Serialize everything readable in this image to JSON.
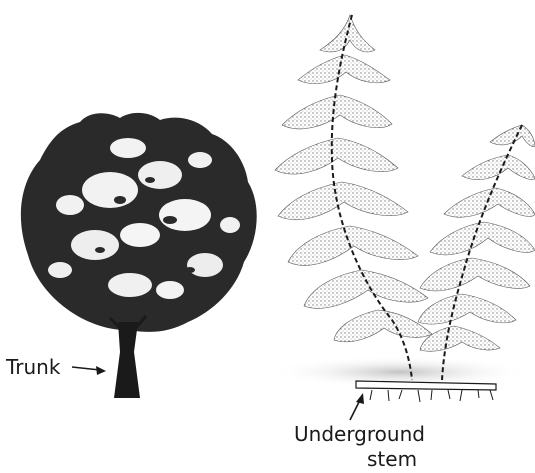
{
  "labels": {
    "trunk": "Trunk",
    "stem_line1": "Underground",
    "stem_line2": "stem"
  },
  "colors": {
    "ink": "#1a1a1a",
    "frond_fill": "#8a8a8a",
    "ground": "#cfcfcf",
    "background": "#ffffff"
  }
}
